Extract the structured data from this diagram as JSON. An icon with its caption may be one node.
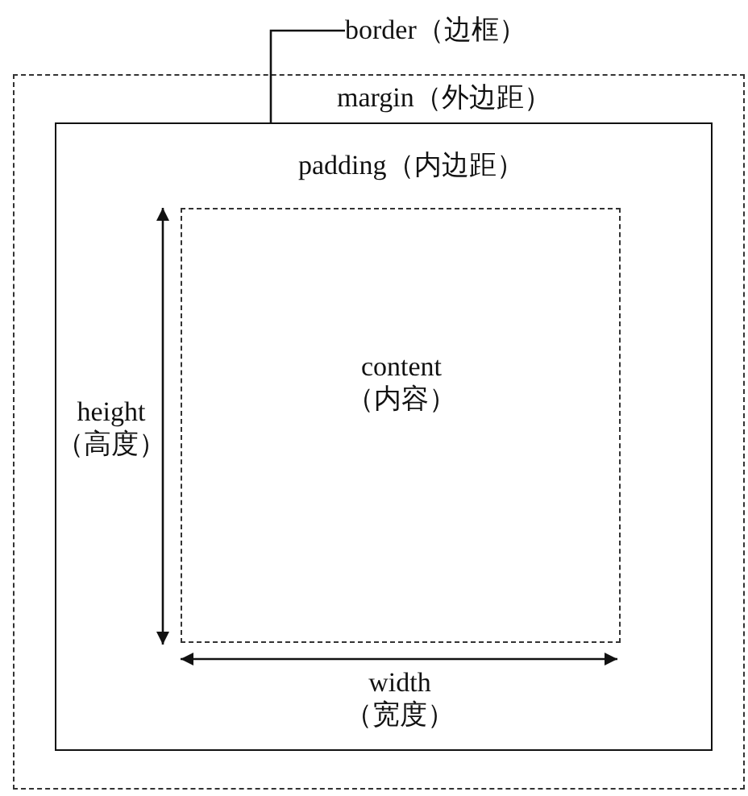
{
  "diagram": {
    "nodes": [
      {
        "text": [
          "margin（外边距）"
        ]
      },
      {
        "text": [
          "padding（内边距）"
        ],
        "in": 0
      },
      {
        "text": [
          "content （内容）"
        ],
        "in": 1
      },
      {
        "text": [
          "border（边框）"
        ]
      }
    ],
    "edges": [
      {
        "from": 3,
        "to": 1,
        "arrow": "none"
      }
    ],
    "labels": [
      "height （高度）",
      "width （宽度）"
    ]
  }
}
